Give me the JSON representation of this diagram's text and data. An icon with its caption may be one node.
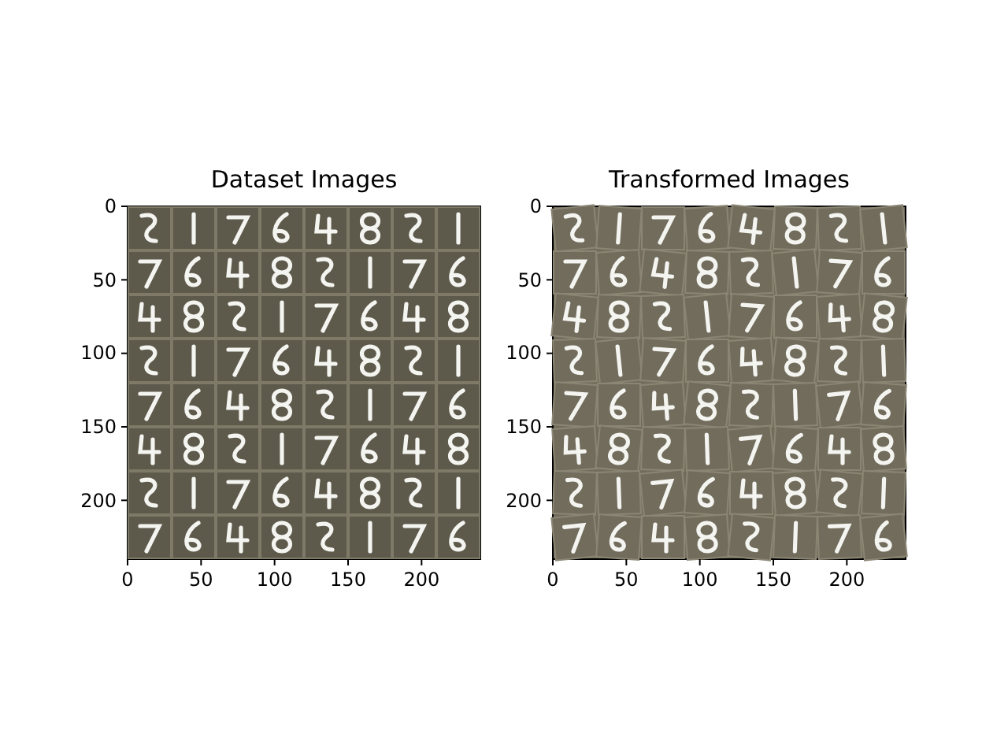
{
  "diagram": {
    "nodes": [
      {
        "text": [
          "Dataset Images"
        ]
      },
      {
        "text": [
          "Transformed Images"
        ]
      }
    ],
    "labels": [
      "0",
      "50",
      "100",
      "150",
      "200",
      "0",
      "50",
      "100",
      "150",
      "200",
      "0",
      "50",
      "100",
      "150",
      "200",
      "0",
      "50",
      "100",
      "150",
      "200"
    ]
  }
}
